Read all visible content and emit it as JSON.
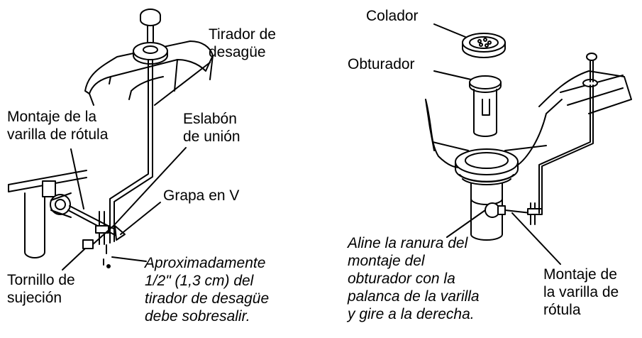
{
  "left_figure": {
    "drain_pull_label": "Tirador de\ndesagüe",
    "ball_rod_label": "Montaje de la\nvarilla de rótula",
    "link_label": "Eslabón\nde unión",
    "v_clip_label": "Grapa en V",
    "screw_label": "Tornillo de\nsujeción",
    "note": "Aproximadamente\n1/2\" (1,3 cm) del\ntirador de desagüe\ndebe sobresalir."
  },
  "right_figure": {
    "strainer_label": "Colador",
    "stopper_label": "Obturador",
    "ball_rod_label": "Montaje de\nla varilla de\nrótula",
    "note": "Aline la ranura del\nmontaje del\nobturador con la\npalanca de la varilla\ny gire a la derecha."
  }
}
